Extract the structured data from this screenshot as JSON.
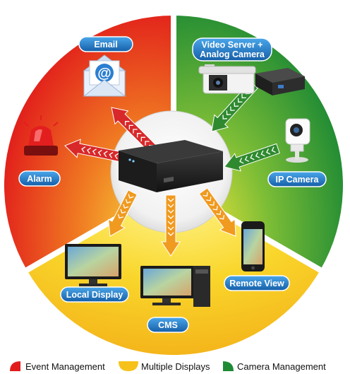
{
  "colors": {
    "event_management": "#e11b1b",
    "multiple_displays": "#f6c21a",
    "camera_management": "#1e8a34",
    "pill_blue": "#1f7fd0",
    "arrow_red": "#d8282a",
    "arrow_green": "#2f8a2f",
    "arrow_orange": "#f09a20"
  },
  "labels": {
    "email": "Email",
    "video_server_line1": "Video Server +",
    "video_server_line2": "Analog Camera",
    "alarm": "Alarm",
    "ip_camera": "IP Camera",
    "local_display": "Local Display",
    "remote_view": "Remote View",
    "cms": "CMS",
    "email_glyph": "@"
  },
  "legend": {
    "items": [
      {
        "label": "Event Management",
        "color": "#e11b1b"
      },
      {
        "label": "Multiple Displays",
        "color": "#f6c21a"
      },
      {
        "label": "Camera Management",
        "color": "#1e8a34"
      }
    ]
  },
  "icons": {
    "center": "nvr-device-icon",
    "email": "envelope-at-icon",
    "alarm": "siren-light-icon",
    "video_server": "bullet-camera-and-video-server-icon",
    "ip_camera": "cube-ip-camera-icon",
    "local_display": "monitor-icon",
    "remote_view": "smartphone-icon",
    "cms": "desktop-pc-icon"
  }
}
